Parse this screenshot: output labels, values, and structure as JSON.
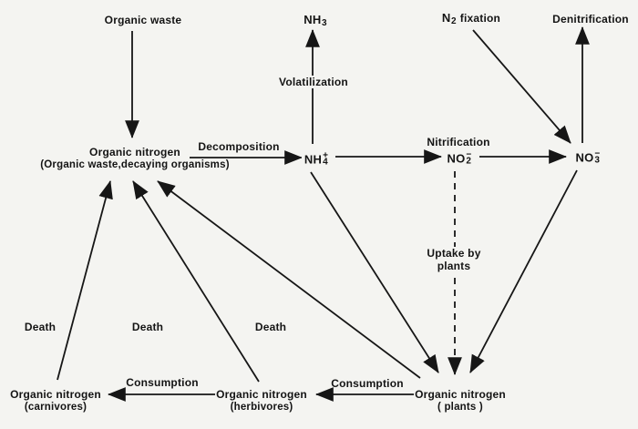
{
  "palette": {
    "background": "#f4f4f1",
    "ink": "#161616"
  },
  "nodes": {
    "organic_waste": "Organic waste",
    "nh3": {
      "base": "NH",
      "sub": "3"
    },
    "n2_fixation": {
      "base": "N",
      "sub": "2",
      "rest": "fixation"
    },
    "denitrification": "Denitrification",
    "organic_nitrogen": {
      "line1": "Organic nitrogen",
      "line2": "(Organic waste,decaying organisms)"
    },
    "nh4": {
      "base": "NH",
      "sub": "4",
      "sup": "+"
    },
    "no2": {
      "base": "NO",
      "sub": "2",
      "sup": "−"
    },
    "no3": {
      "base": "NO",
      "sub": "3",
      "sup": "−"
    },
    "organic_nitrogen_carnivores": {
      "line1": "Organic nitrogen",
      "line2": "(carnivores)"
    },
    "organic_nitrogen_herbivores": {
      "line1": "Organic nitrogen",
      "line2": "(herbivores)"
    },
    "organic_nitrogen_plants": {
      "line1": "Organic nitrogen",
      "line2": "( plants )"
    }
  },
  "edge_labels": {
    "decomposition": "Decomposition",
    "volatilization": "Volatilization",
    "nitrification": "Nitrification",
    "uptake": {
      "line1": "Uptake by",
      "line2": "plants"
    },
    "death_carnivores": "Death",
    "death_herbivores": "Death",
    "death_plants": "Death",
    "consumption_herbivores_to_carnivores": "Consumption",
    "consumption_plants_to_herbivores": "Consumption"
  },
  "edges": [
    {
      "from": "Organic waste",
      "to": "Organic nitrogen",
      "style": "solid"
    },
    {
      "from": "Organic nitrogen",
      "to": "NH4+",
      "label": "Decomposition",
      "style": "solid"
    },
    {
      "from": "NH4+",
      "to": "NH3",
      "label": "Volatilization",
      "style": "solid"
    },
    {
      "from": "NH4+",
      "to": "NO2−",
      "label": "Nitrification",
      "style": "solid"
    },
    {
      "from": "NO2−",
      "to": "NO3−",
      "label": "Nitrification",
      "style": "solid"
    },
    {
      "from": "N2 fixation",
      "to": "NO3−",
      "style": "solid"
    },
    {
      "from": "NO3−",
      "to": "Denitrification",
      "style": "solid"
    },
    {
      "from": "NO2−",
      "to": "Organic nitrogen (plants)",
      "label": "Uptake by plants",
      "style": "dashed"
    },
    {
      "from": "NH4+",
      "to": "Organic nitrogen (plants)",
      "style": "solid"
    },
    {
      "from": "NO3−",
      "to": "Organic nitrogen (plants)",
      "style": "solid"
    },
    {
      "from": "Organic nitrogen (plants)",
      "to": "Organic nitrogen",
      "label": "Death",
      "style": "solid"
    },
    {
      "from": "Organic nitrogen (herbivores)",
      "to": "Organic nitrogen",
      "label": "Death",
      "style": "solid"
    },
    {
      "from": "Organic nitrogen (carnivores)",
      "to": "Organic nitrogen",
      "label": "Death",
      "style": "solid"
    },
    {
      "from": "Organic nitrogen (plants)",
      "to": "Organic nitrogen (herbivores)",
      "label": "Consumption",
      "style": "solid"
    },
    {
      "from": "Organic nitrogen (herbivores)",
      "to": "Organic nitrogen (carnivores)",
      "label": "Consumption",
      "style": "solid"
    }
  ]
}
